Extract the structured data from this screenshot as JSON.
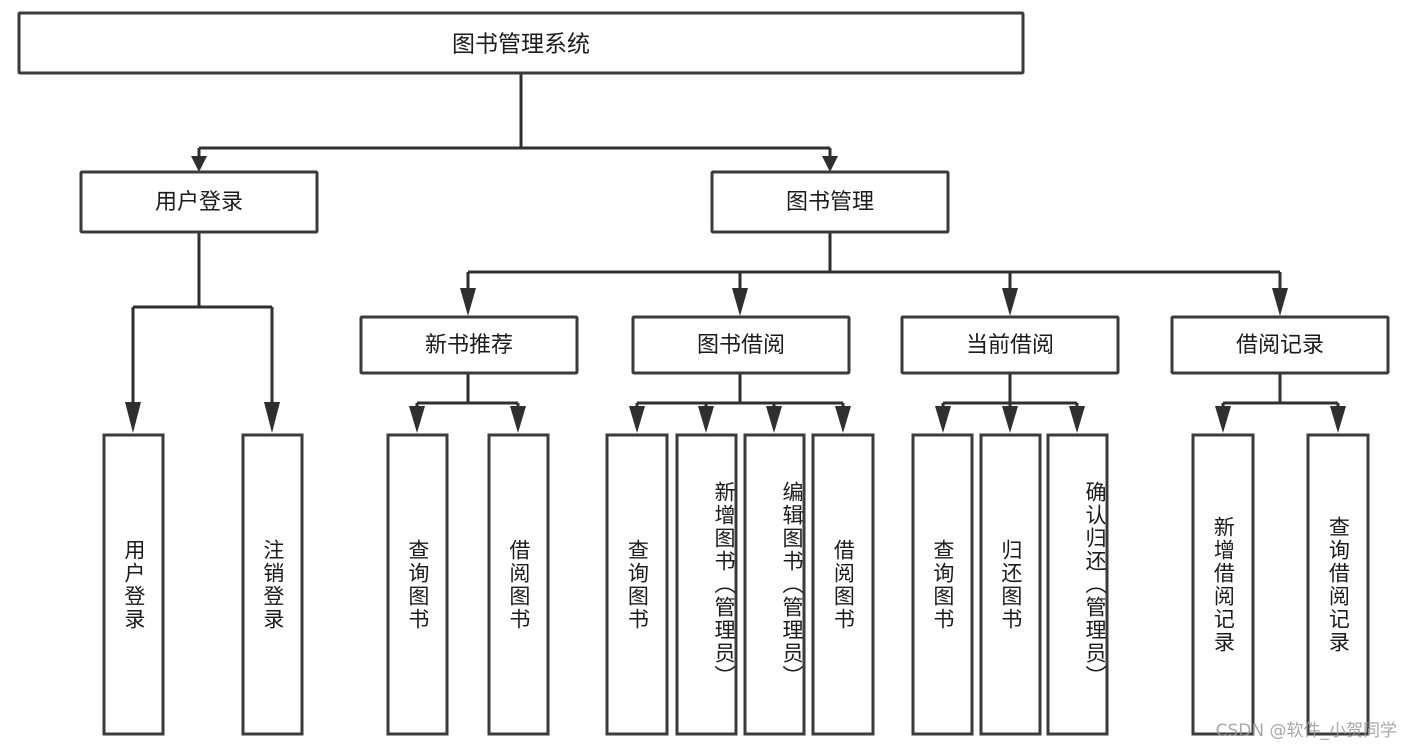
{
  "diagram": {
    "type": "hierarchy-tree",
    "title": "图书管理系统",
    "orientation": "top-down",
    "levels": 4,
    "root": {
      "id": "root",
      "label": "图书管理系统",
      "level": 1
    },
    "level2": [
      {
        "id": "user-login",
        "label": "用户登录",
        "level": 2
      },
      {
        "id": "book-manage",
        "label": "图书管理",
        "level": 2
      }
    ],
    "level3": [
      {
        "id": "new-book-recommend",
        "label": "新书推荐",
        "level": 3,
        "parent": "book-manage"
      },
      {
        "id": "book-borrow",
        "label": "图书借阅",
        "level": 3,
        "parent": "book-manage"
      },
      {
        "id": "current-borrow",
        "label": "当前借阅",
        "level": 3,
        "parent": "book-manage"
      },
      {
        "id": "borrow-record",
        "label": "借阅记录",
        "level": 3,
        "parent": "book-manage"
      }
    ],
    "leaves": [
      {
        "id": "leaf-user-login",
        "label": "用户登录",
        "parent": "user-login"
      },
      {
        "id": "leaf-logout-login",
        "label": "注销登录",
        "parent": "user-login"
      },
      {
        "id": "leaf-query-book-1",
        "label": "查询图书",
        "parent": "new-book-recommend"
      },
      {
        "id": "leaf-borrow-book-1",
        "label": "借阅图书",
        "parent": "new-book-recommend"
      },
      {
        "id": "leaf-query-book-2",
        "label": "查询图书",
        "parent": "book-borrow"
      },
      {
        "id": "leaf-add-book",
        "label": "新增图书（管理员）",
        "parent": "book-borrow"
      },
      {
        "id": "leaf-edit-book",
        "label": "编辑图书（管理员）",
        "parent": "book-borrow"
      },
      {
        "id": "leaf-borrow-book-2",
        "label": "借阅图书",
        "parent": "book-borrow"
      },
      {
        "id": "leaf-query-book-3",
        "label": "查询图书",
        "parent": "current-borrow"
      },
      {
        "id": "leaf-return-book",
        "label": "归还图书",
        "parent": "current-borrow"
      },
      {
        "id": "leaf-confirm-return",
        "label": "确认归还（管理员）",
        "parent": "current-borrow"
      },
      {
        "id": "leaf-add-record",
        "label": "新增借阅记录",
        "parent": "borrow-record"
      },
      {
        "id": "leaf-query-record",
        "label": "查询借阅记录",
        "parent": "borrow-record"
      }
    ],
    "colors": {
      "box_fill": "#ffffff",
      "box_stroke": "#3b3b3b",
      "connector": "#2f2f2f",
      "text": "#1b1b1b",
      "background": "#ffffff",
      "watermark": "#9a9a9a"
    }
  },
  "watermark": {
    "text": "CSDN @软件_小贺同学"
  }
}
